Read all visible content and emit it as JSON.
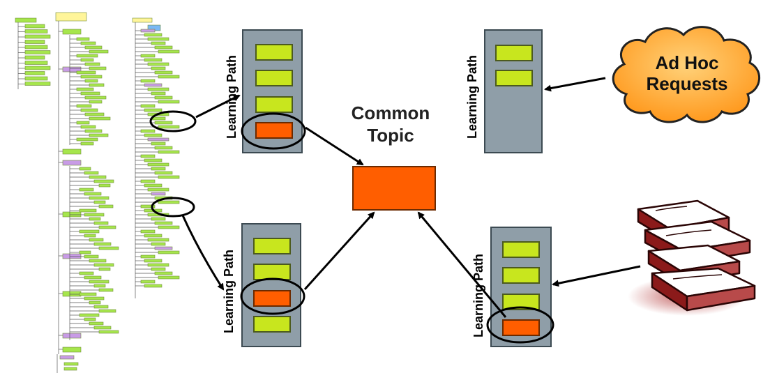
{
  "diagram": {
    "learning_path_label": "Learning Path",
    "common_topic": [
      "Common",
      "Topic"
    ],
    "ad_hoc": [
      "Ad Hoc",
      "Requests"
    ]
  },
  "colors": {
    "path_bg": "#8f9ea8",
    "module_green": "#c8e61e",
    "module_orange": "#ff5e00",
    "cloud_fill": "#ffa733",
    "books_red": "#8b1a1a",
    "tree_green": "#a6e64c",
    "tree_purple": "#c89be6",
    "tree_yellow": "#fff59a",
    "tree_blue": "#7ab8f5"
  },
  "icons": [
    "cloud-shape",
    "stack-of-books-illustration",
    "topic-tree-thumbnail"
  ],
  "learning_paths": [
    {
      "id": "lp1",
      "modules": [
        "green",
        "green",
        "green",
        "orange"
      ],
      "highlighted_module": 4
    },
    {
      "id": "lp2",
      "modules": [
        "green",
        "green"
      ],
      "highlighted_module": 0
    },
    {
      "id": "lp3",
      "modules": [
        "green",
        "green",
        "orange",
        "green"
      ],
      "highlighted_module": 3
    },
    {
      "id": "lp4",
      "modules": [
        "green",
        "green",
        "green",
        "orange"
      ],
      "highlighted_module": 4
    }
  ]
}
